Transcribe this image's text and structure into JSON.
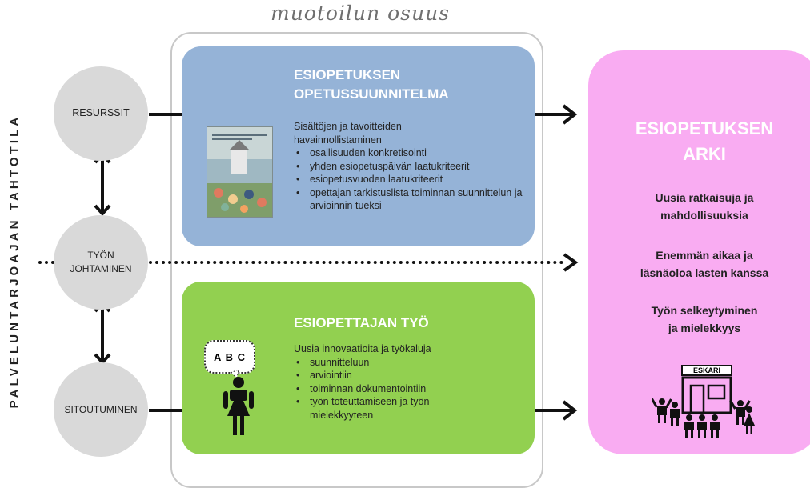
{
  "vertical_label": "PALVELUNTARJOAJAN TAHTOTILA",
  "frame_title": "muotoilun osuus",
  "circles": {
    "resources": "RESURSSIT",
    "leadership": "TYÖN\nJOHTAMINEN",
    "commitment": "SITOUTUMINEN"
  },
  "panel_top": {
    "title": "ESIOPETUKSEN\nOPETUSSUUNNITELMA",
    "intro": "Sisältöjen ja tavoitteiden havainnollistaminen",
    "bullets": [
      "osallisuuden konkretisointi",
      "yhden esiopetuspäivän laatukriteerit",
      "esiopetusvuoden laatukriteerit",
      "opettajan tarkistuslista toiminnan suunnittelun ja arvioinnin tueksi"
    ]
  },
  "panel_bottom": {
    "title": "ESIOPETTAJAN TYÖ",
    "intro": "Uusia innovaatioita ja työkaluja",
    "bullets": [
      "suunnitteluun",
      "arviointiin",
      "toiminnan dokumentointiin",
      "työn toteuttamiseen ja työn mielekkyyteen"
    ],
    "speech_bubble": "A B C"
  },
  "right_box": {
    "title": "ESIOPETUKSEN\nARKI",
    "items": [
      "Uusia ratkaisuja ja\nmahdollisuuksia",
      "Enemmän aikaa ja\nläsnäoloa lasten kanssa",
      "Työn selkeytyminen\nja mielekkyys"
    ],
    "sign": "ESKARI"
  },
  "colors": {
    "blue_panel": "#95b3d7",
    "green_panel": "#92d050",
    "pink_box": "#f9acf2",
    "circle": "#d9d9d9"
  }
}
